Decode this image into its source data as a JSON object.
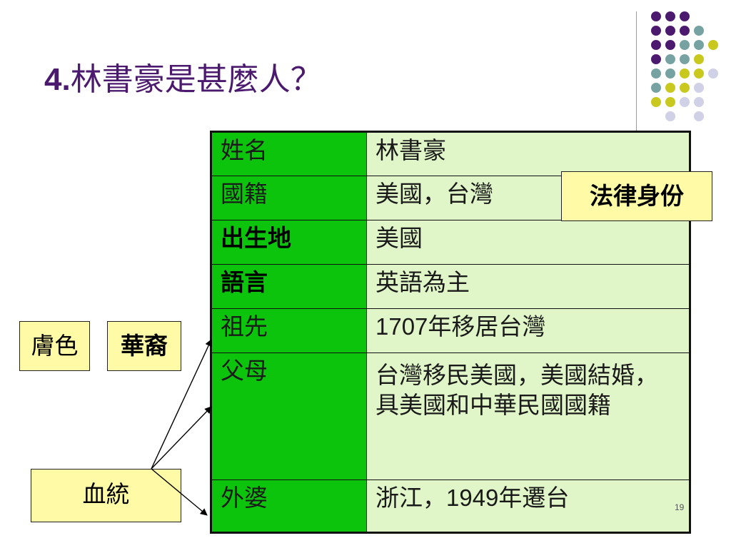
{
  "slide": {
    "title_num": "4.",
    "title_text": "林書豪是甚麼人？",
    "page_number": "19"
  },
  "table": {
    "rows": [
      {
        "key": "姓名",
        "value": "林書豪"
      },
      {
        "key": "國籍",
        "value": "美國，台灣"
      },
      {
        "key": "出生地",
        "value": "美國"
      },
      {
        "key": "語言",
        "value": "英語為主"
      },
      {
        "key": "祖先",
        "value_num": "1707",
        "value_rest": "年移居台灣"
      },
      {
        "key": "父母",
        "value": "台灣移民美國，美國結婚，具美國和中華民國國籍"
      },
      {
        "key": "外婆",
        "value_pre": "浙江，",
        "value_num": "1949",
        "value_rest": "年遷台"
      }
    ]
  },
  "labels": {
    "legal": "法律身份",
    "skin": "膚色",
    "descent": "華裔",
    "blood": "血統"
  },
  "colors": {
    "title": "#4b1a6e",
    "key_cell": "#0cc40c",
    "value_cell": "#e0f6c8",
    "label_box": "#fffaa6",
    "dot_purple": "#4b1a6e",
    "dot_teal": "#76a3a2",
    "dot_olive": "#c8c81e",
    "dot_lavender": "#d0d0e6"
  }
}
